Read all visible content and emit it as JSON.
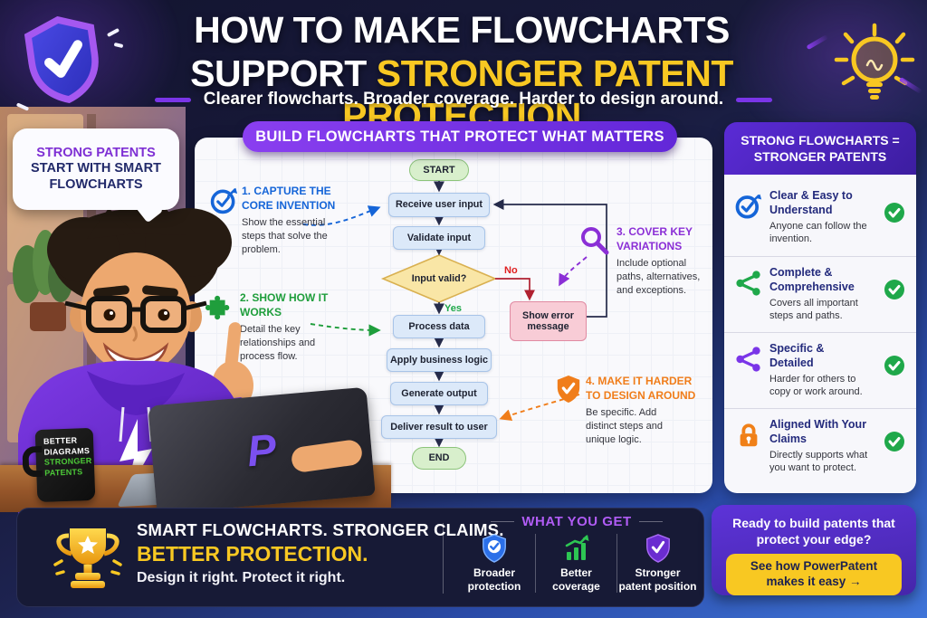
{
  "header": {
    "title_line1": "HOW TO MAKE FLOWCHARTS",
    "title_line2_white": "SUPPORT",
    "title_line2_yellow": "STRONGER PATENT PROTECTION",
    "subtitle": "Clearer flowcharts. Broader coverage. Harder to design around."
  },
  "speech_bubble": {
    "line1": "STRONG PATENTS",
    "line2": "START WITH SMART FLOWCHARTS"
  },
  "mug": {
    "line1": "BETTER",
    "line2": "DIAGRAMS",
    "line3": "STRONGER",
    "line4": "PATENTS"
  },
  "laptop": {
    "logo": "P"
  },
  "panel": {
    "title": "BUILD FLOWCHARTS THAT PROTECT WHAT MATTERS",
    "flowchart": {
      "start": "START",
      "receive": "Receive user input",
      "validate": "Validate input",
      "decision": "Input valid?",
      "yes": "Yes",
      "no": "No",
      "error": "Show error message",
      "process": "Process data",
      "apply": "Apply business logic",
      "generate": "Generate output",
      "deliver": "Deliver result to user",
      "end": "END"
    },
    "annotations": [
      {
        "title": "1. CAPTURE THE CORE INVENTION",
        "desc": "Show the essential steps that solve the problem.",
        "color": "#1565d8",
        "icon": "target-icon"
      },
      {
        "title": "2. SHOW HOW IT WORKS",
        "desc": "Detail the key relationships and process flow.",
        "color": "#1f9e3c",
        "icon": "puzzle-icon"
      },
      {
        "title": "3. COVER KEY VARIATIONS",
        "desc": "Include optional paths, alternatives, and exceptions.",
        "color": "#8b2fd6",
        "icon": "magnifier-icon"
      },
      {
        "title": "4. MAKE IT HARDER TO DESIGN AROUND",
        "desc": "Be specific. Add distinct steps and unique logic.",
        "color": "#f07d1a",
        "icon": "shield-check-icon"
      }
    ]
  },
  "sidebar": {
    "title_line1": "STRONG FLOWCHARTS =",
    "title_line2": "STRONGER PATENTS",
    "items": [
      {
        "title": "Clear & Easy to Understand",
        "desc": "Anyone can follow the invention.",
        "icon": "target-check-icon"
      },
      {
        "title": "Complete & Comprehensive",
        "desc": "Covers all important steps and paths.",
        "icon": "share-icon"
      },
      {
        "title": "Specific & Detailed",
        "desc": "Harder for others to copy or work around.",
        "icon": "network-icon"
      },
      {
        "title": "Aligned With Your Claims",
        "desc": "Directly supports what you want to protect.",
        "icon": "lock-icon"
      }
    ]
  },
  "bottom": {
    "message": {
      "line1": "SMART FLOWCHARTS. STRONGER CLAIMS.",
      "line2": "BETTER PROTECTION.",
      "line3": "Design it right. Protect it right."
    },
    "what_you_get": {
      "title": "WHAT YOU GET",
      "items": [
        {
          "label": "Broader protection",
          "icon": "shield-blue-icon"
        },
        {
          "label": "Better coverage",
          "icon": "chart-up-icon"
        },
        {
          "label": "Stronger patent position",
          "icon": "shield-purple-icon"
        }
      ]
    },
    "cta": {
      "question": "Ready to build patents that protect your edge?",
      "button": "See how PowerPatent makes it easy →"
    }
  },
  "colors": {
    "accent_yellow": "#f8c822",
    "accent_purple": "#7a35e8",
    "node_blue": "#dce9f9",
    "node_green": "#d8efcc",
    "node_yellow": "#f9e6a6",
    "node_pink": "#f8ccd6",
    "success_green": "#1fa84a"
  }
}
